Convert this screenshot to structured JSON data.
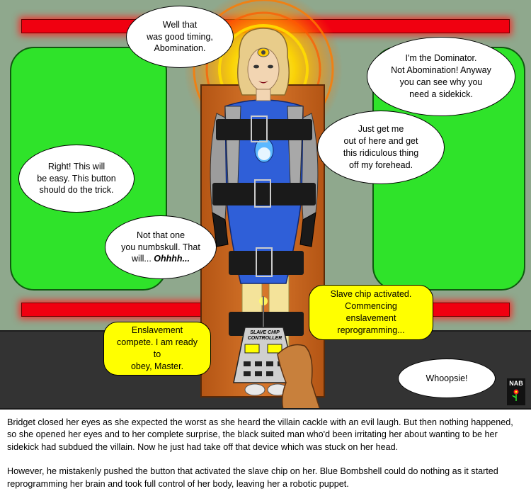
{
  "bubbles": {
    "timing": "Well that\nwas good timing,\nAbomination.",
    "dominator": "I'm the Dominator.\nNot Abomination!  Anyway\nyou can see why you\nneed a sidekick.",
    "get_me_out": "Just get me\nout of here and get\nthis ridiculous thing\noff my forehead.",
    "right_button": "Right! This will\nbe easy. This button\nshould do the trick.",
    "not_that_one": "Not that one\nyou numbskull. That\nwill... ",
    "not_that_one_emph": "Ohhhh...",
    "slave_chip": "Slave chip activated.\nCommencing enslavement\nreprogramming...",
    "enslavement_complete": "Enslavement\ncompete. I am ready to\nobey, Master.",
    "whoopsie": "Whoopsie!"
  },
  "device": {
    "label_line1": "SLAVE CHIP",
    "label_line2": "CONTROLLER"
  },
  "signature": "NAB",
  "caption": {
    "paragraph1": "Bridget closed her eyes as she expected the worst as she heard the villain cackle with an evil laugh. But then nothing happened, so she opened her eyes and to her complete surprise, the black suited man who'd been irritating her about wanting to be her sidekick had subdued the villain. Now he just had take off that device which was stuck on her head.",
    "paragraph2": "However, he mistakenly pushed the button that activated the slave chip on her. Blue Bombshell could do nothing as it started reprogramming her brain and took full control of her body, leaving her a robotic puppet."
  },
  "colors": {
    "wall": "#8fa88d",
    "pod_green": "#2fe32a",
    "light_red": "#f00010",
    "floor": "#333333",
    "bubble_yellow": "#ffff00",
    "suit_blue": "#2f5fd8",
    "strap_black": "#1a1a1a",
    "table_brown": "#c4621e"
  }
}
